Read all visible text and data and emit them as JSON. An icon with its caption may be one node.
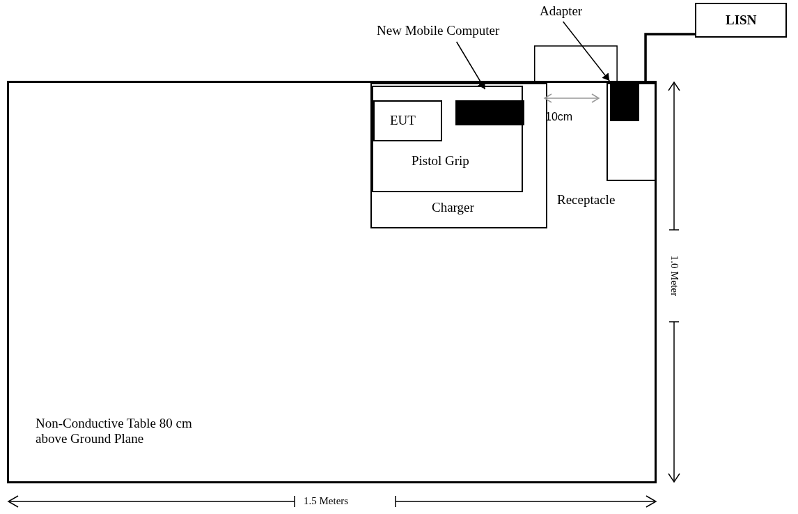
{
  "diagram": {
    "nodes": [
      {
        "text": [
          "Non-Conductive Table 80 cm above Ground Plane"
        ]
      },
      {
        "text": [
          "Charger"
        ],
        "in": 0
      },
      {
        "text": [
          "Pistol Grip"
        ],
        "in": 1
      },
      {
        "text": [
          "EUT"
        ],
        "in": 2
      },
      {
        "text": [],
        "shape": "bar",
        "in": 2
      },
      {
        "text": [
          "New Mobile Computer"
        ]
      },
      {
        "text": [],
        "shape": "box",
        "beside": [
          "Receptacle"
        ],
        "in": 0
      },
      {
        "text": [],
        "shape": "box",
        "in": 6
      },
      {
        "text": [
          "Adapter"
        ]
      },
      {
        "text": [
          "LISN"
        ]
      }
    ],
    "edges": [
      {
        "from": 5,
        "to": 4,
        "arrow": "to"
      },
      {
        "from": 8,
        "to": 7,
        "arrow": "to"
      },
      {
        "from": 1,
        "to": 7,
        "arrow": "none"
      },
      {
        "from": 6,
        "to": 9,
        "arrow": "none",
        "style": "thick"
      }
    ],
    "labels": [
      "10cm",
      "1.0 Meter",
      "1.5 Meters"
    ]
  }
}
